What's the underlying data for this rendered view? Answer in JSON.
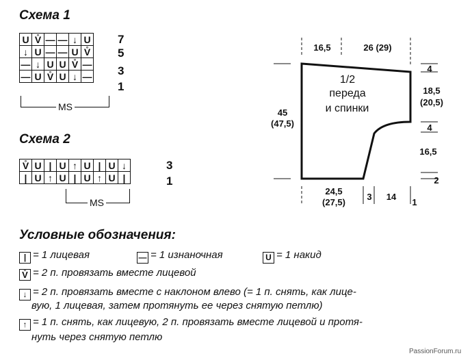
{
  "scheme1": {
    "title": "Схема 1",
    "rows": [
      [
        "U",
        "V2",
        "—",
        "—",
        "↓",
        "U"
      ],
      [
        "↓",
        "U",
        "—",
        "—",
        "U",
        "V2"
      ],
      [
        "—",
        "↓",
        "U",
        "U",
        "V2",
        "—"
      ],
      [
        "—",
        "U",
        "V2",
        "U",
        "↓",
        "—"
      ]
    ],
    "row_labels": [
      "7",
      "5",
      "3",
      "1"
    ],
    "ms_label": "MS"
  },
  "scheme2": {
    "title": "Схема 2",
    "rows": [
      [
        "V2",
        "U",
        "|",
        "U",
        "↑",
        "U",
        "|",
        "U",
        "↓"
      ],
      [
        "|",
        "U",
        "↑",
        "U",
        "|",
        "U",
        "↑",
        "U",
        "|"
      ]
    ],
    "row_labels": [
      "3",
      "1"
    ],
    "ms_label": "MS"
  },
  "pattern": {
    "title_line1": "1/2",
    "title_line2": "переда",
    "title_line3": "и спинки",
    "top_left": "16,5",
    "top_right": "26 (29)",
    "left_h1": "45",
    "left_h2": "(47,5)",
    "right_top1": "18,5",
    "right_top2": "(20,5)",
    "right_mid": "16,5",
    "tick4a": "4",
    "tick4b": "4",
    "tick2": "2",
    "bottom_w1": "24,5",
    "bottom_w2": "(27,5)",
    "bottom_3": "3",
    "bottom_14": "14",
    "bottom_1": "1"
  },
  "legend": {
    "heading": "Условные обозначения:",
    "items": [
      {
        "symbol": "|",
        "text": "= 1 лицевая"
      },
      {
        "symbol": "—",
        "text": "= 1 изнаночная"
      },
      {
        "symbol": "U",
        "text": "= 1 накид"
      },
      {
        "symbol": "V2",
        "text": "= 2 п. провязать вместе лицевой"
      },
      {
        "symbol": "↓",
        "text": "= 2 п. провязать вместе с наклоном влево (= 1 п. снять, как лице-"
      },
      {
        "symbol": "",
        "text": "вую, 1 лицевая, затем протянуть ее через снятую петлю)"
      },
      {
        "symbol": "↑",
        "text": "= 1 п. снять, как лицевую, 2 п. провязать вместе лицевой и протя-"
      },
      {
        "symbol": "",
        "text": "нуть через снятую петлю"
      }
    ]
  },
  "watermark": "PassionForum.ru"
}
